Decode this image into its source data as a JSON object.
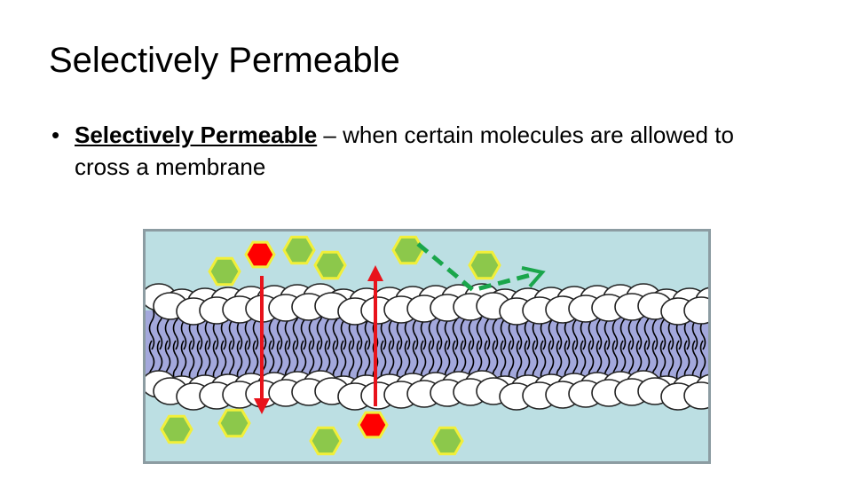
{
  "slide": {
    "title": "Selectively Permeable",
    "bullet": {
      "term": "Selectively Permeable",
      "dash": " – ",
      "definition": "when certain molecules are allowed to cross a membrane"
    }
  },
  "diagram": {
    "colors": {
      "background": "#bcdfe3",
      "frame": "#8c9ca2",
      "membrane_core": "#a3a8dc",
      "lipid_head_fill": "#ffffff",
      "lipid_head_stroke": "#222222",
      "green_molecule": "#8cc84b",
      "red_molecule": "#ff0000",
      "molecule_outline": "#f2ef3a",
      "blocked_arrow": "#e8131b",
      "crossing_arrow": "#1aa64b"
    },
    "molecules": {
      "above": [
        "green",
        "red",
        "green",
        "green",
        "green",
        "green"
      ],
      "below": [
        "green",
        "green",
        "green",
        "red",
        "green"
      ]
    },
    "arrows": [
      {
        "kind": "solid",
        "color": "red",
        "direction": "down"
      },
      {
        "kind": "solid",
        "color": "red",
        "direction": "up"
      },
      {
        "kind": "dashed",
        "color": "green",
        "direction": "diagonal-right"
      }
    ]
  }
}
